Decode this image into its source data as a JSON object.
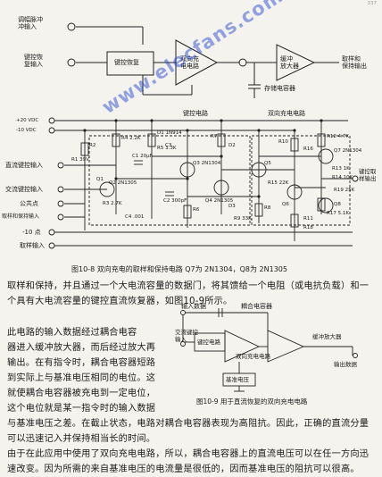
{
  "page_number": "337",
  "watermark": "www.elecfans.com",
  "top_diagram": {
    "input_pulse": [
      "调幅脉冲",
      "冲输入"
    ],
    "keyed_input": [
      "键控恢",
      "复输入"
    ],
    "keyed_restorer": "键控恢复",
    "bidirectional_circuit": [
      "双向充",
      "电电路"
    ],
    "buffer_amp": [
      "缓冲",
      "放大器"
    ],
    "output": [
      "取样和",
      "保持输出"
    ],
    "storage_cap": "存储电容器"
  },
  "schematic": {
    "keyed_circuit": "键控电路",
    "bidir_circuit": "双向充电电路",
    "plus20v": "+20 VDC",
    "minus10v": "-10 VDC",
    "dc_restore_input": "直流键控输入",
    "ac_restore_input": "交流键控输入",
    "common_gnd": "公共点",
    "sample_hold_input": "取样和保持输入",
    "minus10v_point": "-10 点",
    "sample_input": "取样输入",
    "sh_output": [
      "键控取",
      "样输出"
    ],
    "components": [
      "R1 39V",
      "Q1",
      "R2",
      "R3 2.7K",
      "Q2 2N1305",
      "C1 20μF",
      "C2 300pF",
      "C3",
      "C4 .001",
      "D1 1N914",
      "D2",
      "D3",
      "Q3 2N1304",
      "Q4 2N1305",
      "Q5",
      "Q6",
      "Q7 2N1304",
      "Q8",
      "R4 2.2K",
      "R5 3.3K",
      "R6",
      "R7",
      "R8",
      "R9 33K",
      "R10",
      "R11",
      "R12 4.7K",
      "R13 1K",
      "R14 10K",
      "R15 22K",
      "R16",
      "R17 5.1K",
      "R18",
      "R19 25K"
    ],
    "caption": "图10-8 双向充电的取样和保持电路 Q7为 2N1304，Q8为 2N1305"
  },
  "paragraph1": "取样和保持，并且通过一个大电流容量的数据门，将其馈给一个电阻（或电抗负载）和一个具有大电流容量的键控直流恢复器，如图10-9所示。",
  "paragraph2_lines": [
    "此电路的输入数据经过耦合电容",
    "器进入缓冲放大器，而后经过放大再",
    "输出。在有指令时，耦合电容器短路",
    "到实际上与基准电压相同的电位。这",
    "就使耦合电容器被充电到一定电位，",
    "这个电位就是某一指令时的输入数据"
  ],
  "paragraph2_tail": "与基准电压之差。在截止状态，电路对耦合电容器表现为高阻抗。因此，正确的直流分量可以迅速记入并保持相当长的时间。",
  "paragraph3": "由于在此应用中使用了双向充电电路，所以，耦合电容器上的直流电压可以在任一方向迅速改变。因为所需的来自基准电压的电流量是很低的，因而基准电压的阻抗可以很高。",
  "fig109": {
    "input_data": "输入数据",
    "coupling_cap": "耦合电容器",
    "ac_key_input": [
      "交流键控",
      "输入"
    ],
    "keyed_circuit": "键控电路",
    "bidir_circuit": "双向充电电路",
    "ref_voltage": "基准电压",
    "buffer_amp": "缓冲放大器",
    "output_data": "输出数据",
    "caption": "图10-9  用于直流恢复的双向充电电路"
  }
}
